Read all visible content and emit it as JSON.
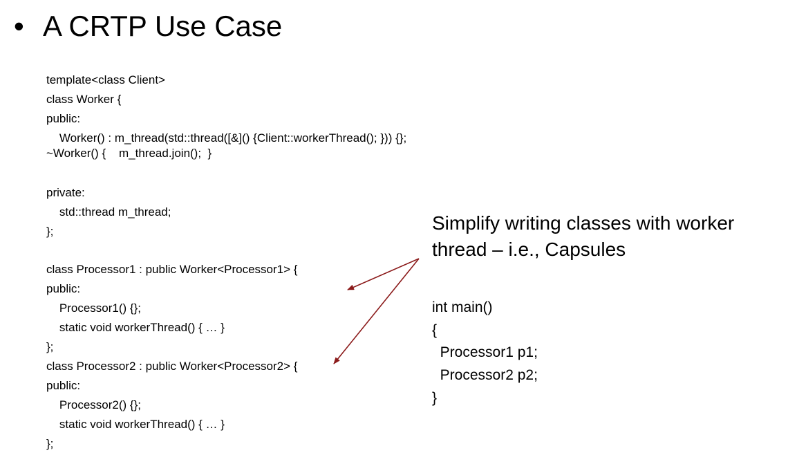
{
  "slide": {
    "bullet": "•",
    "title": "A CRTP Use Case"
  },
  "code": [
    "template<class Client>",
    "class Worker {",
    "public:",
    "    Worker() : m_thread(std::thread([&]() {Client::workerThread(); })) {};",
    "~Worker() {    m_thread.join();  }",
    "private:",
    "    std::thread m_thread;",
    "};",
    "class Processor1 : public Worker<Processor1> {",
    "public:",
    "    Processor1() {};",
    "    static void workerThread() { … }",
    "};",
    "class Processor2 : public Worker<Processor2> {",
    "public:",
    "    Processor2() {};",
    "    static void workerThread() { … }",
    "};"
  ],
  "note": {
    "line1": "Simplify writing classes with worker",
    "line2": "thread – i.e., Capsules"
  },
  "main_code": [
    "int main()",
    "{",
    "  Processor1 p1;",
    "  Processor2 p2;",
    "}"
  ],
  "colors": {
    "arrow": "#8b1a1a"
  }
}
